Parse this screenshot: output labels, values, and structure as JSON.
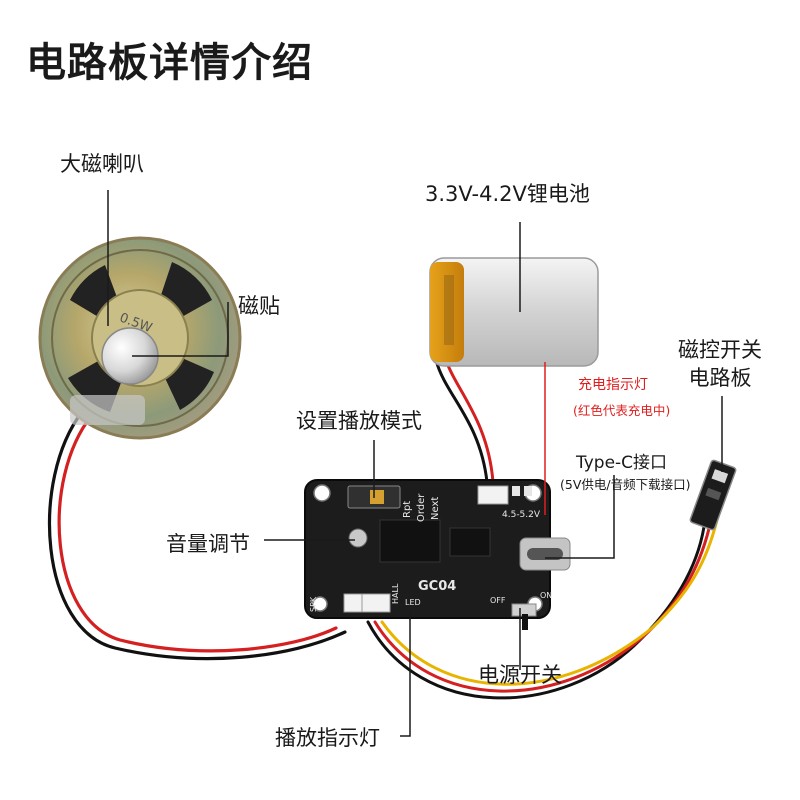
{
  "title": "电路板详情介绍",
  "labels": {
    "speaker": "大磁喇叭",
    "magnet": "磁贴",
    "battery": "3.3V-4.2V锂电池",
    "charge_led": "充电指示灯",
    "charge_led_note": "(红色代表充电中)",
    "magnetic_switch_line1": "磁控开关",
    "magnetic_switch_line2": "电路板",
    "mode_switch": "设置播放模式",
    "typec": "Type-C接口",
    "typec_note": "(5V供电/音频下载接口)",
    "volume": "音量调节",
    "power_switch": "电源开关",
    "play_led": "播放指示灯"
  },
  "pcb_silkscreen": {
    "model": "GC04",
    "voltage": "4.5-5.2V",
    "mode_rpt": "Rpt",
    "mode_order": "Order",
    "mode_next": "Next",
    "spk": "SPK",
    "hall": "HALL",
    "led": "LED",
    "on": "ON",
    "off": "OFF",
    "speaker_mark": "0.5W"
  },
  "colors": {
    "callout_line": "#1a1a1a",
    "charge_callout": "#e01e1e",
    "pcb": "#1c1c1c",
    "wire_red": "#d42020",
    "wire_black": "#111111",
    "wire_yellow": "#e8b400"
  }
}
